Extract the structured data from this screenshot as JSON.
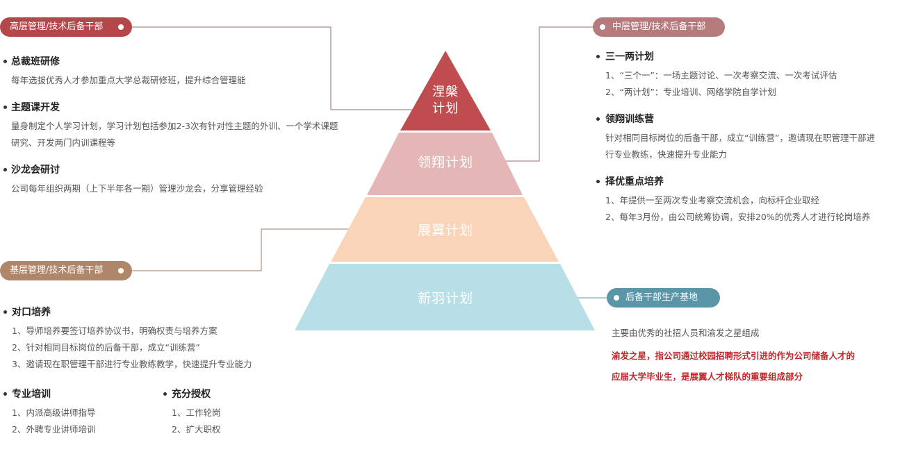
{
  "pills": {
    "senior": "高层管理/技术后备干部",
    "middle": "中层管理/技术后备干部",
    "junior": "基层管理/技术后备干部",
    "base": "后备干部生产基地"
  },
  "pyramid": {
    "tier1_line1": "涅槃",
    "tier1_line2": "计划",
    "tier2": "领翔计划",
    "tier3": "展翼计划",
    "tier4": "新羽计划"
  },
  "senior": {
    "item1_title": "总裁班研修",
    "item1_desc": "每年选拔优秀人才参加重点大学总裁研修班，提升综合管理能",
    "item2_title": "主题课开发",
    "item2_desc1": "量身制定个人学习计划，学习计划包括参加2-3次有针对性主题的外训、一个学术课题",
    "item2_desc2": "研究、开发两门内训课程等",
    "item3_title": "沙龙会研讨",
    "item3_desc": "公司每年组织两期（上下半年各一期）管理沙龙会，分享管理经验"
  },
  "middle": {
    "item1_title": "三一两计划",
    "item1_desc1": "1、“三个一”：一场主题讨论、一次考察交流、一次考试评估",
    "item1_desc2": "2、“两计划”：专业培训、网络学院自学计划",
    "item2_title": "领翔训练营",
    "item2_desc1": "针对相同目标岗位的后备干部，成立“训练营”，邀请现在职管理干部进",
    "item2_desc2": "行专业教练，快速提升专业能力",
    "item3_title": "择优重点培养",
    "item3_desc1": "1、年提供一至两次专业考察交流机会，向标杆企业取经",
    "item3_desc2": "2、每年3月份，由公司统筹协调，安排20%的优秀人才进行轮岗培养"
  },
  "junior": {
    "item1_title": "对口培养",
    "item1_desc1": "1、导师培养要签订培养协议书，明确权责与培养方案",
    "item1_desc2": "2、针对相同目标岗位的后备干部，成立“训练营”",
    "item1_desc3": "3、邀请现在职管理干部进行专业教练教学，快速提升专业能力",
    "item2_title": "专业培训",
    "item2_desc1": "1、内派高级讲师指导",
    "item2_desc2": "2、外聘专业讲师培训",
    "item3_title": "充分授权",
    "item3_desc1": "1、工作轮岗",
    "item3_desc2": "2、扩大职权"
  },
  "base": {
    "desc": "主要由优秀的社招人员和渝发之星组成",
    "red_bold": "渝发之星",
    "red_line1_rest": "，指公司通过校园招聘形式引进的作为公司储备人才的",
    "red_line2": "应届大学毕业生，是展翼人才梯队的重要组成部分"
  },
  "colors": {
    "senior_pill": "#b5464a",
    "middle_pill": "#b57a7c",
    "junior_pill": "#b0866a",
    "base_pill": "#5a95a8",
    "tier1": "#bf4d4f",
    "tier2": "#e4b6b6",
    "tier3": "#fad4b8",
    "tier4": "#b8dfe8",
    "red_text": "#c0262b"
  }
}
